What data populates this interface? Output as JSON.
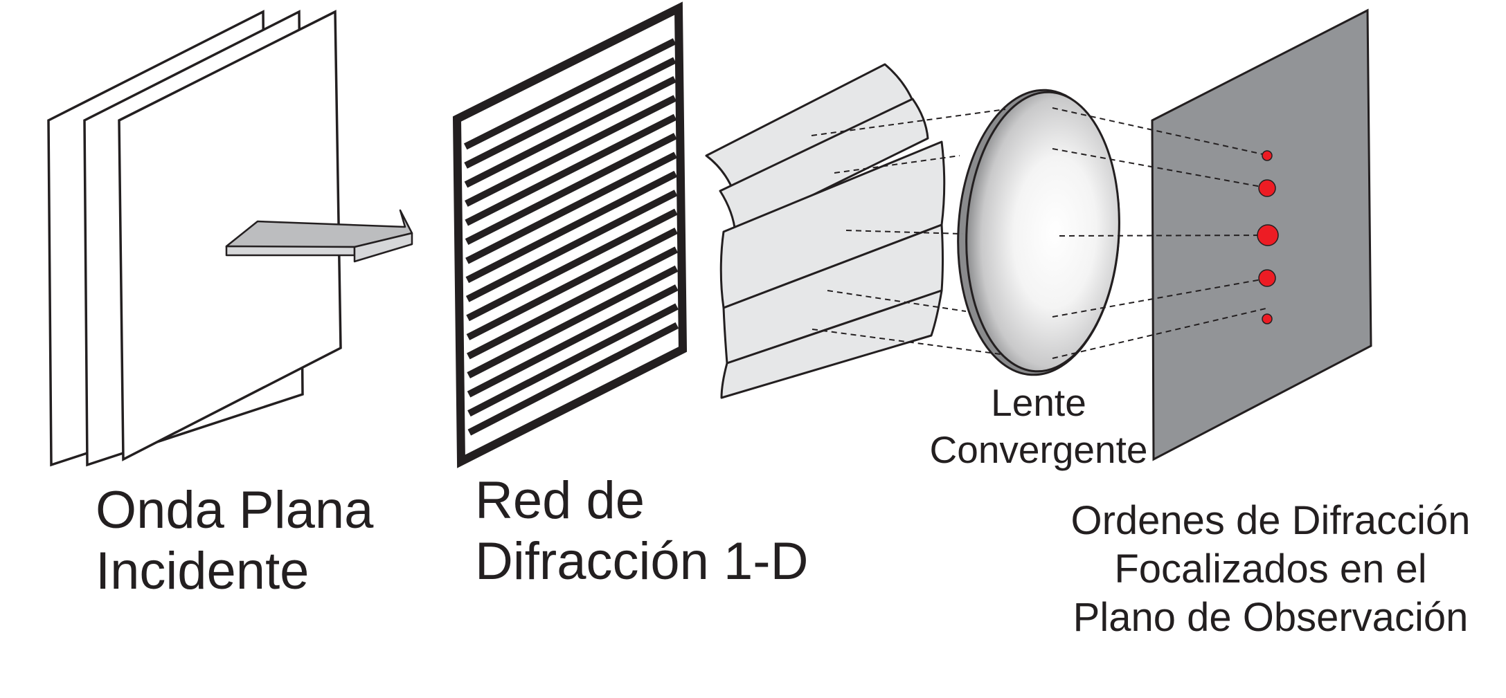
{
  "labels": {
    "incident_wave": [
      "Onda Plana",
      "Incidente"
    ],
    "grating": [
      "Red de",
      "Difracción 1-D"
    ],
    "lens": [
      "Lente",
      "Convergente"
    ],
    "orders": [
      "Ordenes  de Difracción",
      "Focalizados en el",
      "Plano de Observación"
    ]
  },
  "colors": {
    "outline": "#231f20",
    "arrow_fill": "#bcbdbf",
    "wave_fill": "#e6e7e8",
    "screen_fill": "#929497",
    "spot_fill": "#ed1c24",
    "lens_rim": "#8a8b8d"
  },
  "grating": {
    "slit_count": 16
  },
  "diffraction_orders": [
    {
      "order": 2,
      "size": "small"
    },
    {
      "order": 1,
      "size": "medium"
    },
    {
      "order": 0,
      "size": "large"
    },
    {
      "order": -1,
      "size": "medium"
    },
    {
      "order": -2,
      "size": "small"
    }
  ]
}
